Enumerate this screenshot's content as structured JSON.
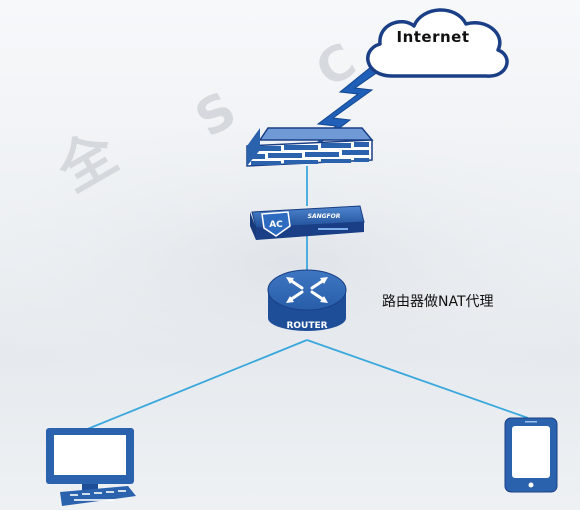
{
  "diagram": {
    "cloud_label": "Internet",
    "ac_label": "AC",
    "vendor_label": "SANGFOR",
    "router_label": "ROUTER",
    "nat_label": "路由器做NAT代理"
  },
  "watermark": {
    "chars": [
      "全",
      "S",
      "C"
    ]
  },
  "colors": {
    "device_blue": "#2b62ad",
    "device_dark": "#1a3f86",
    "link_line": "#3aa8dc",
    "bolt_blue": "#1f5fb8"
  }
}
